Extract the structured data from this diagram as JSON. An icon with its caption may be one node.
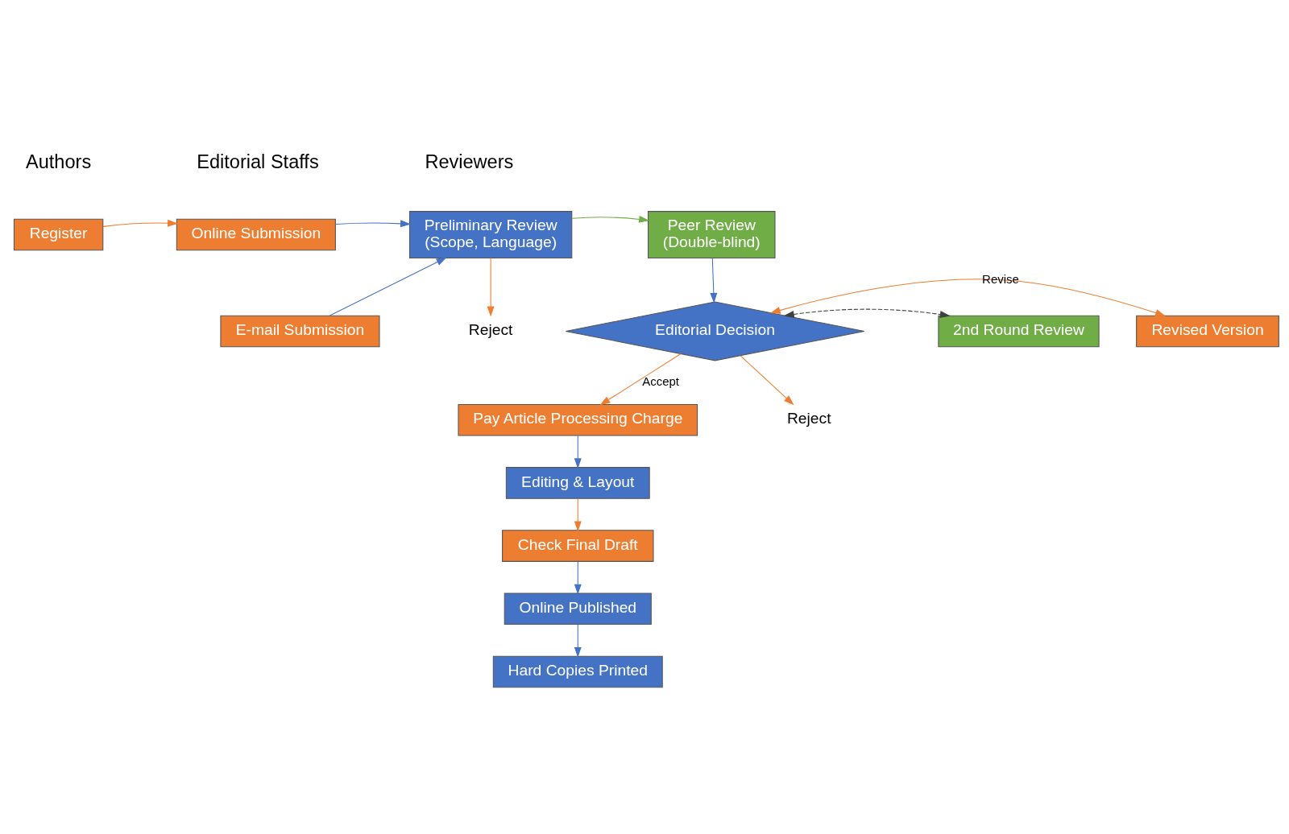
{
  "diagram": {
    "nodes": [
      {
        "text": [
          "Register"
        ]
      },
      {
        "text": [
          "Online Submission"
        ]
      },
      {
        "text": [
          "E-mail Submission"
        ]
      },
      {
        "text": [
          "Preliminary Review",
          "(Scope, Language)"
        ]
      },
      {
        "text": [
          "Reject"
        ]
      },
      {
        "text": [
          "Peer Review",
          "(Double-blind)"
        ]
      },
      {
        "text": [
          "Editorial Decision"
        ]
      },
      {
        "text": [
          "Revised Version"
        ]
      },
      {
        "text": [
          "2nd Round Review"
        ]
      },
      {
        "text": [
          "Pay Article Processing Charge"
        ]
      },
      {
        "text": [
          "Reject"
        ]
      },
      {
        "text": [
          "Editing & Layout"
        ]
      },
      {
        "text": [
          "Check Final Draft"
        ]
      },
      {
        "text": [
          "Online Published"
        ]
      },
      {
        "text": [
          "Hard Copies Printed"
        ]
      }
    ],
    "edges": [
      {
        "from": 0,
        "to": 1,
        "arrow": "to",
        "color": "#ed7d31"
      },
      {
        "from": 1,
        "to": 3,
        "arrow": "to",
        "color": "#4472c4"
      },
      {
        "from": 2,
        "to": 3,
        "arrow": "to",
        "color": "#4472c4"
      },
      {
        "from": 3,
        "to": 4,
        "arrow": "to",
        "color": "#ed7d31"
      },
      {
        "from": 3,
        "to": 5,
        "arrow": "to",
        "color": "#70ad47"
      },
      {
        "from": 5,
        "to": 6,
        "arrow": "to",
        "color": "#4472c4"
      },
      {
        "from": 6,
        "to": 7,
        "arrow": "both",
        "label": "Revise",
        "color": "#ed7d31"
      },
      {
        "from": 6,
        "to": 8,
        "arrow": "both",
        "style": "dashed",
        "color": "#404040"
      },
      {
        "from": 6,
        "to": 9,
        "arrow": "to",
        "label": "Accept",
        "color": "#ed7d31"
      },
      {
        "from": 6,
        "to": 10,
        "arrow": "to",
        "color": "#ed7d31"
      },
      {
        "from": 9,
        "to": 11,
        "arrow": "to",
        "color": "#4472c4"
      },
      {
        "from": 11,
        "to": 12,
        "arrow": "to",
        "color": "#ed7d31"
      },
      {
        "from": 12,
        "to": 13,
        "arrow": "to",
        "color": "#4472c4"
      },
      {
        "from": 13,
        "to": 14,
        "arrow": "to",
        "color": "#4472c4"
      }
    ],
    "labels": [
      "Authors",
      "Editorial Staffs",
      "Reviewers"
    ]
  }
}
